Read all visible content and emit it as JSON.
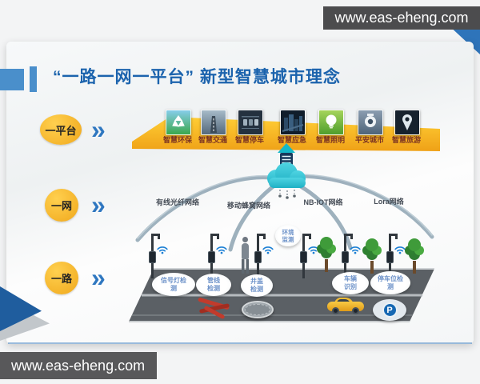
{
  "page": {
    "watermark_top": "www.eas-eheng.com",
    "watermark_bottom": "www.eas-eheng.com"
  },
  "slide": {
    "title": "“一路一网一平台” 新型智慧城市理念",
    "chevron": "»",
    "rows": [
      {
        "label": "一平台"
      },
      {
        "label": "一网"
      },
      {
        "label": "一路"
      }
    ],
    "apps": [
      {
        "label": "智慧环保",
        "icon": "recycle-icon"
      },
      {
        "label": "智慧交通",
        "icon": "highway-icon"
      },
      {
        "label": "智慧停车",
        "icon": "parking-lot-icon"
      },
      {
        "label": "智慧应急",
        "icon": "city-aerial-icon"
      },
      {
        "label": "智慧照明",
        "icon": "light-bulb-icon"
      },
      {
        "label": "平安城市",
        "icon": "security-camera-icon"
      },
      {
        "label": "智慧旅游",
        "icon": "map-pin-icon"
      }
    ],
    "networks": [
      "有线光纤网络",
      "移动蜂窝网络",
      "NB-IOT网络",
      "Lora网络"
    ],
    "cloud": {
      "icon": "cloud-upload-icon"
    },
    "road": {
      "sensors": [
        "信号灯检测",
        "管线检测",
        "井盖检测",
        "车辆识别",
        "停车位检测"
      ],
      "env_label": "环境监测",
      "parking_glyph": "P"
    }
  },
  "colors": {
    "title_blue": "#1b63ad",
    "badge_yellow": "#f3b32a",
    "banner_yellow": "#ffc21e",
    "cloud_teal": "#2fc0d2",
    "road_gray": "#5b6065",
    "wifi_blue": "#1b7fd4",
    "app_label_red": "#7c3422",
    "sensor_text_blue": "#6d92c9",
    "watermark_bar_gray": "#4c4c4e"
  }
}
